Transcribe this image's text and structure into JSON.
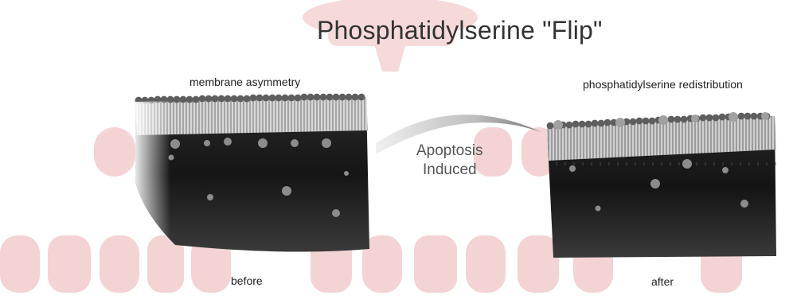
{
  "diagram": {
    "title": "Phosphatidylserine \"Flip\"",
    "left_panel": {
      "top_label": "membrane asymmetry",
      "bottom_label": "before"
    },
    "right_panel": {
      "top_label": "phosphatidylserine redistribution",
      "bottom_label": "after"
    },
    "transition": {
      "line1": "Apoptosis",
      "line2": "Induced"
    }
  },
  "colors": {
    "background": "#ffffff",
    "membrane_dark": "#1a1a1a",
    "lipid_head": "#6e6e6e",
    "ps_marker": "#9a9a9a",
    "watermark": "#f4d2d2"
  }
}
